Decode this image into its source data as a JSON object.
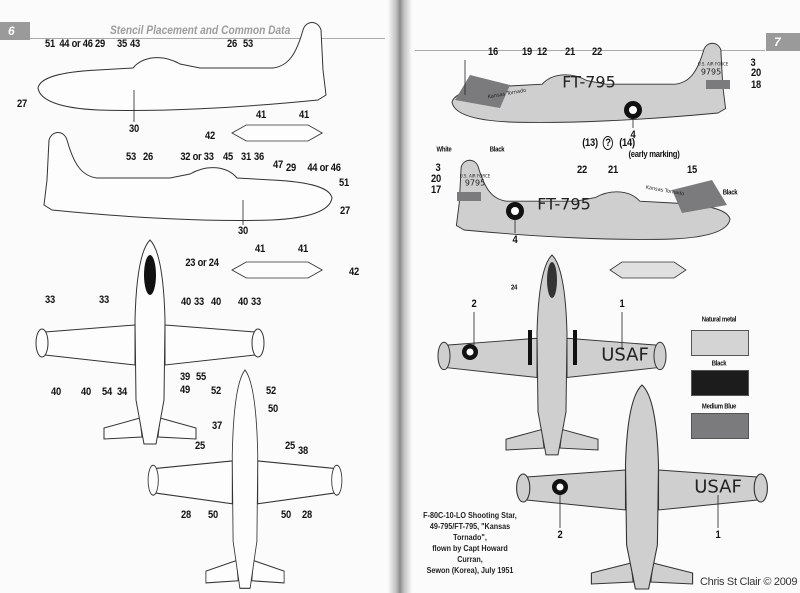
{
  "left_page": {
    "page_number": "6",
    "title": "Stencil Placement and Common Data",
    "labels": [
      "51",
      "44 or 46",
      "29",
      "35",
      "43",
      "26",
      "53",
      "27",
      "30",
      "42",
      "41",
      "41",
      "53",
      "26",
      "32 or 33",
      "45",
      "31",
      "36",
      "47",
      "29",
      "44 or 46",
      "51",
      "27",
      "30",
      "41",
      "41",
      "42",
      "23 or 24",
      "33",
      "33",
      "40",
      "33",
      "40",
      "40",
      "33",
      "40",
      "40",
      "54",
      "34",
      "39",
      "55",
      "49",
      "52",
      "52",
      "50",
      "37",
      "25",
      "25",
      "38",
      "28",
      "50",
      "50",
      "28"
    ]
  },
  "right_page": {
    "page_number": "7",
    "labels": [
      "16",
      "19",
      "12",
      "21",
      "22",
      "3",
      "20",
      "18",
      "4",
      "(13)",
      "?",
      "(14)",
      "(early marking)",
      "White",
      "Black",
      "3",
      "20",
      "17",
      "22",
      "21",
      "15",
      "Black",
      "4",
      "24",
      "2",
      "1",
      "2",
      "1"
    ],
    "aircraft_markings": {
      "code": "FT-795",
      "serial": "9795",
      "tail_text": "U.S. AIR FORCE",
      "wing": "USAF",
      "nose_art": "Kansas Tornado"
    },
    "legend": [
      {
        "label": "Natural metal",
        "color": "#d4d4d4"
      },
      {
        "label": "Black",
        "color": "#1c1c1c"
      },
      {
        "label": "Medium Blue",
        "color": "#7b7b7e"
      }
    ],
    "caption": [
      "F-80C-10-LO Shooting Star,",
      "49-795/FT-795, \"Kansas Tornado\",",
      "flown by Capt Howard Curran,",
      "Sewon (Korea), July 1951"
    ]
  },
  "copyright": "Chris St Clair © 2009"
}
